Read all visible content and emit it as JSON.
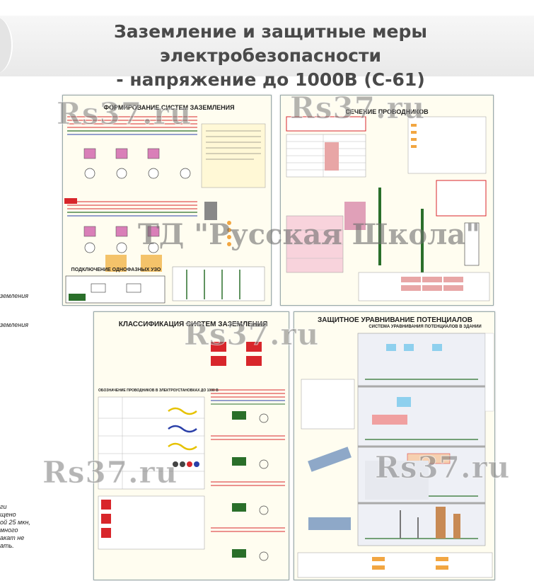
{
  "header": {
    "title_line1": "Заземление и защитные меры электробезопасности",
    "title_line2": "- напряжение до 1000В (С-61)"
  },
  "sidebar": {
    "lines": [
      "земления",
      "земления",
      "ги",
      "щено",
      "ой 25 мкн,",
      "много",
      "акат не",
      "ать."
    ]
  },
  "posters": {
    "p1_title": "ФОРМИРОВАНИЕ СИСТЕМ ЗАЗЕМЛЕНИЯ",
    "p2_title": "СЕЧЕНИЕ ПРОВОДНИКОВ",
    "p3_title": "КЛАССИФИКАЦИЯ СИСТЕМ ЗАЗЕМЛЕНИЯ",
    "p4_title": "ЗАЩИТНОЕ УРАВНИВАНИЕ ПОТЕНЦИАЛОВ",
    "p1_sub": "ПОДКЛЮЧЕНИЕ ОДНОФАЗНЫХ УЗО",
    "p3_sub": "ОБОЗНАЧЕНИЕ ПРОВОДНИКОВ В ЭЛЕКТРОУСТАНОВКАХ ДО 1000 В",
    "p4_sub": "СИСТЕМА УРАВНИВАНИЯ ПОТЕНЦИАЛОВ В ЗДАНИИ"
  },
  "watermarks": {
    "site": "Rs37.ru",
    "center": "ТД \"Русская Школа\""
  },
  "colors": {
    "accent_red": "#d8262b",
    "title_gray": "#4a4a4a"
  }
}
